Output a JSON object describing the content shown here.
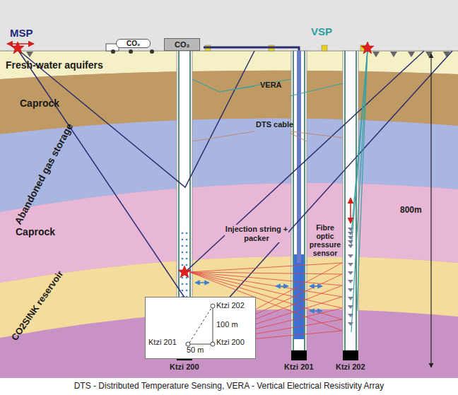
{
  "diagram": {
    "caption": "DTS - Distributed Temperature Sensing, VERA - Vertical Electrical Resistivity Array",
    "nodes": [
      {
        "text": [
          "Fresh-water aquifers"
        ]
      },
      {
        "text": [
          "Caprock"
        ]
      },
      {
        "text": [
          "Abandoned gas storage"
        ]
      },
      {
        "text": [
          "Caprock"
        ]
      },
      {
        "text": [
          "CO2SINK reservoir"
        ]
      },
      {
        "text": [
          "CO₂"
        ]
      },
      {
        "text": [
          "CO₂"
        ]
      },
      {
        "text": [
          "Ktzi 202",
          "100 m",
          "Ktzi 201",
          "50 m",
          "Ktzi 200"
        ]
      }
    ],
    "labels": [
      "MSP",
      "VSP",
      "VERA",
      "DTS cable",
      "Injection string + packer",
      "Fibre optic pressure sensor",
      "800m",
      "Ktzi 200",
      "Ktzi 201",
      "Ktzi 202"
    ]
  }
}
